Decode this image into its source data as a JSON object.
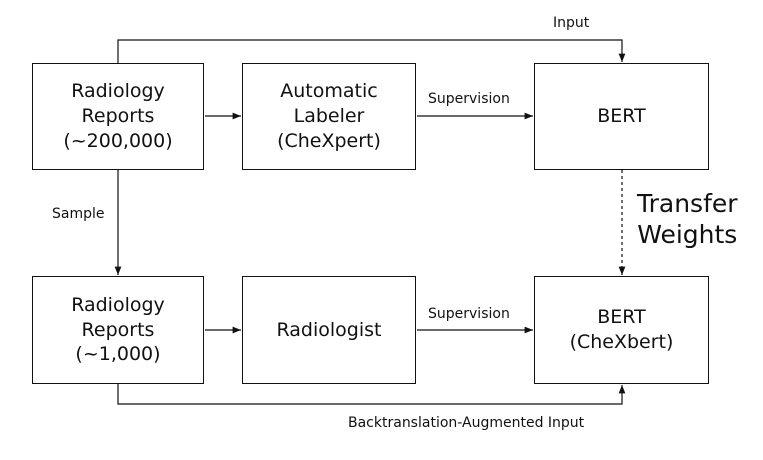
{
  "boxes": {
    "reports_large": {
      "lines": [
        "Radiology",
        "Reports",
        "(~200,000)"
      ]
    },
    "auto_labeler": {
      "lines": [
        "Automatic",
        "Labeler",
        "(CheXpert)"
      ]
    },
    "bert_top": {
      "lines": [
        "BERT"
      ]
    },
    "reports_small": {
      "lines": [
        "Radiology",
        "Reports",
        "(~1,000)"
      ]
    },
    "radiologist": {
      "lines": [
        "Radiologist"
      ]
    },
    "bert_bottom": {
      "lines": [
        "BERT",
        "(CheXbert)"
      ]
    }
  },
  "edges": {
    "input": "Input",
    "supervision_top": "Supervision",
    "sample": "Sample",
    "supervision_bottom": "Supervision",
    "backtranslation": "Backtranslation-Augmented Input",
    "transfer": [
      "Transfer",
      "Weights"
    ]
  },
  "colors": {
    "stroke": "#111111",
    "text": "#111111",
    "background": "#ffffff"
  }
}
